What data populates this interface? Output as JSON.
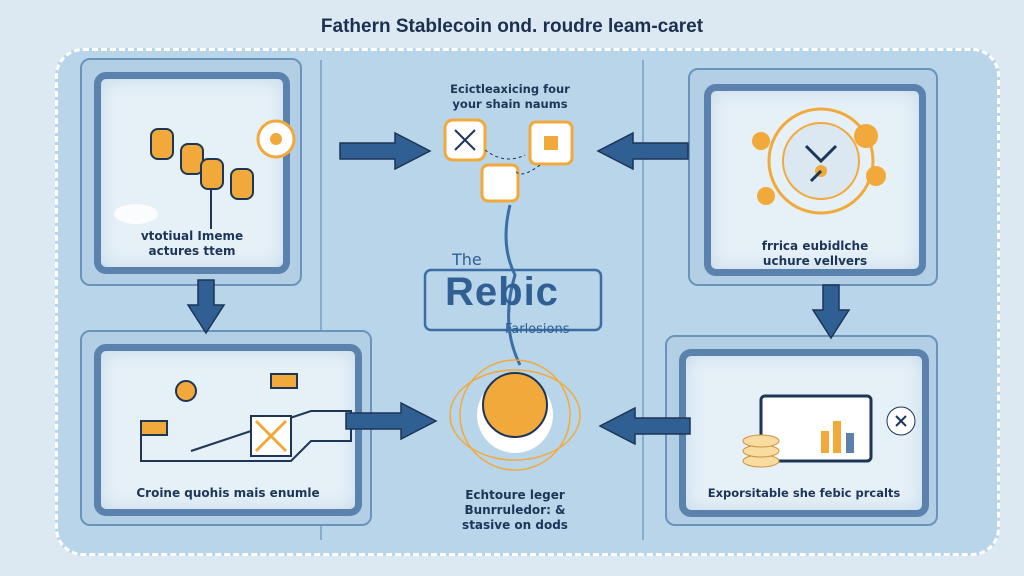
{
  "title": "Fathern Stablecoin ond. roudre leam-caret",
  "center": {
    "top_text": [
      "Ecictleaxicing four",
      "your shain naums"
    ],
    "logo": {
      "prefix": "The",
      "word": "Rebic",
      "sub": "Farlosions"
    },
    "bottom_text": [
      "Echtoure leger",
      "Bunrruledor: &",
      "stasive on dods"
    ]
  },
  "panels": {
    "top_left": [
      "vtotiual Imeme",
      "actures ttem"
    ],
    "top_right": [
      "frrica eubidlche",
      "uchure vellvers"
    ],
    "bottom_left": [
      "Croine quohis mais enumle"
    ],
    "bottom_right": [
      "Exporsitable she febic prcalts"
    ]
  },
  "colors": {
    "accent": "#f2a93b",
    "navy": "#1d3557",
    "arrow": "#2f5f93"
  }
}
